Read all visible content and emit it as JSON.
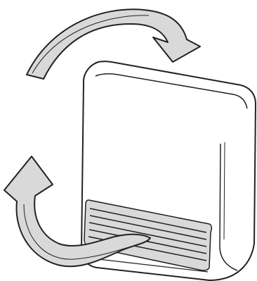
{
  "diagram": {
    "elements": [
      {
        "name": "heater-unit",
        "kind": "device"
      },
      {
        "name": "heater-vent-grille",
        "kind": "part",
        "slats": 5
      },
      {
        "name": "top-circulation-arrow",
        "kind": "arrow",
        "direction": "left-to-right"
      },
      {
        "name": "bottom-circulation-arrow",
        "kind": "arrow",
        "direction": "right-to-left-upward"
      }
    ],
    "colors": {
      "arrow_fill": "#d9d9d9",
      "outline": "#222222",
      "device_fill": "#ffffff"
    }
  }
}
